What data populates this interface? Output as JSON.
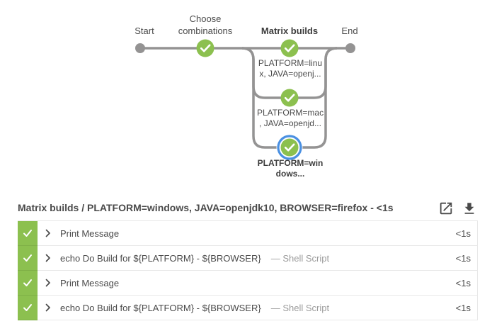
{
  "colors": {
    "success-green": "#8CC04F",
    "green-divider": "#7FB047",
    "selected-blue": "#4A90E2",
    "edge-gray": "#949393",
    "text-dark": "#4A4A4A",
    "text-muted": "#9B9B9B",
    "row-border": "#E8E8E8"
  },
  "icons": {
    "node_success": "checkmark",
    "open_externally": "open-in-new",
    "download": "download-arrow",
    "expand": "chevron-right"
  },
  "graph": {
    "stages": [
      {
        "label": "Start",
        "type": "start"
      },
      {
        "label": "Choose combinations",
        "status": "success"
      },
      {
        "label": "Matrix builds",
        "status": "success",
        "active": true
      },
      {
        "label": "End",
        "type": "end"
      }
    ],
    "branches": [
      {
        "line1": "PLATFORM=linu",
        "line2": "x, JAVA=openj...",
        "status": "success",
        "selected": false
      },
      {
        "line1": "PLATFORM=mac",
        "line2": ", JAVA=openjd...",
        "status": "success",
        "selected": false
      },
      {
        "line1": "PLATFORM=win",
        "line2": "dows...",
        "status": "success",
        "selected": true
      }
    ]
  },
  "detail": {
    "title": "Matrix builds / PLATFORM=windows, JAVA=openjdk10, BROWSER=firefox - <1s",
    "steps": [
      {
        "status": "success",
        "name": "Print Message",
        "duration": "<1s"
      },
      {
        "status": "success",
        "name": "echo Do Build for ${PLATFORM} - ${BROWSER}",
        "type_label": "— Shell Script",
        "duration": "<1s"
      },
      {
        "status": "success",
        "name": "Print Message",
        "duration": "<1s"
      },
      {
        "status": "success",
        "name": "echo Do Build for ${PLATFORM} - ${BROWSER}",
        "type_label": "— Shell Script",
        "duration": "<1s"
      }
    ]
  }
}
